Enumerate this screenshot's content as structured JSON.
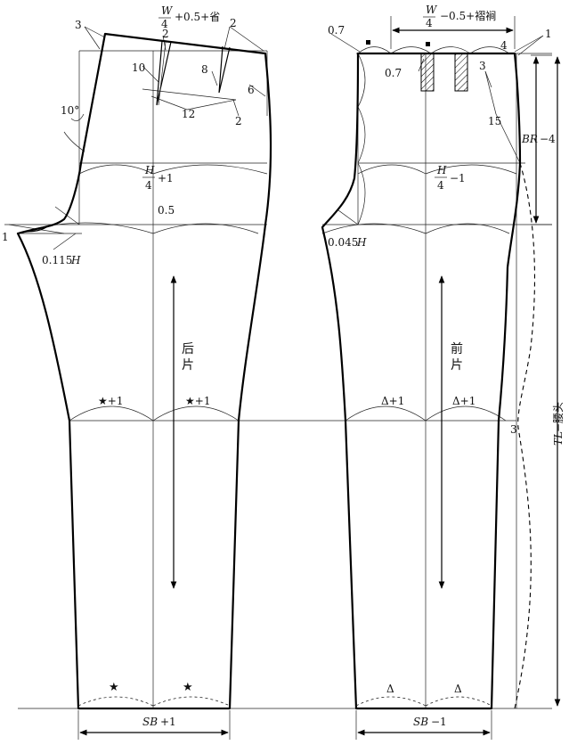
{
  "back": {
    "waist_formula": {
      "num": "W",
      "den": "4",
      "rest": "+0.5+省"
    },
    "corner_3": "3",
    "dart_2": "2",
    "dart_2b": "2",
    "dart_10": "10",
    "dart_8": "8",
    "angle": "10°",
    "dim_12": "12",
    "dim_2": "2",
    "side_6": "6",
    "hip_formula": {
      "num": "H",
      "den": "4",
      "rest": "+1"
    },
    "crotch_05": "0.5",
    "crotch_1": "1",
    "crotch_formula": {
      "coef": "0.115",
      "var": "H"
    },
    "title_line1": "后",
    "title_line2": "片",
    "knee_left": "★+1",
    "knee_right": "★+1",
    "hem_left": "★",
    "hem_right": "★",
    "hem_formula": {
      "var": "SB",
      "rest": "+1"
    }
  },
  "front": {
    "waist_formula": {
      "num": "W",
      "den": "4",
      "rest": "−0.5+褶裥"
    },
    "corner_07": "0.7",
    "pleat_07": "0.7",
    "side_4": "4",
    "side_1": "1",
    "side_3": "3",
    "dim_15": "15",
    "rise_label": {
      "var": "BR",
      "rest": "−4"
    },
    "hip_formula": {
      "num": "H",
      "den": "4",
      "rest": "−1"
    },
    "crotch_formula": {
      "coef": "0.045",
      "var": "H"
    },
    "title_line1": "前",
    "title_line2": "片",
    "knee_left": "Δ+1",
    "knee_right": "Δ+1",
    "knee_3": "3",
    "hem_left": "Δ",
    "hem_right": "Δ",
    "hem_formula": {
      "var": "SB",
      "rest": "−1"
    },
    "length_label": {
      "var": "TL",
      "rest": "−腰头"
    }
  }
}
